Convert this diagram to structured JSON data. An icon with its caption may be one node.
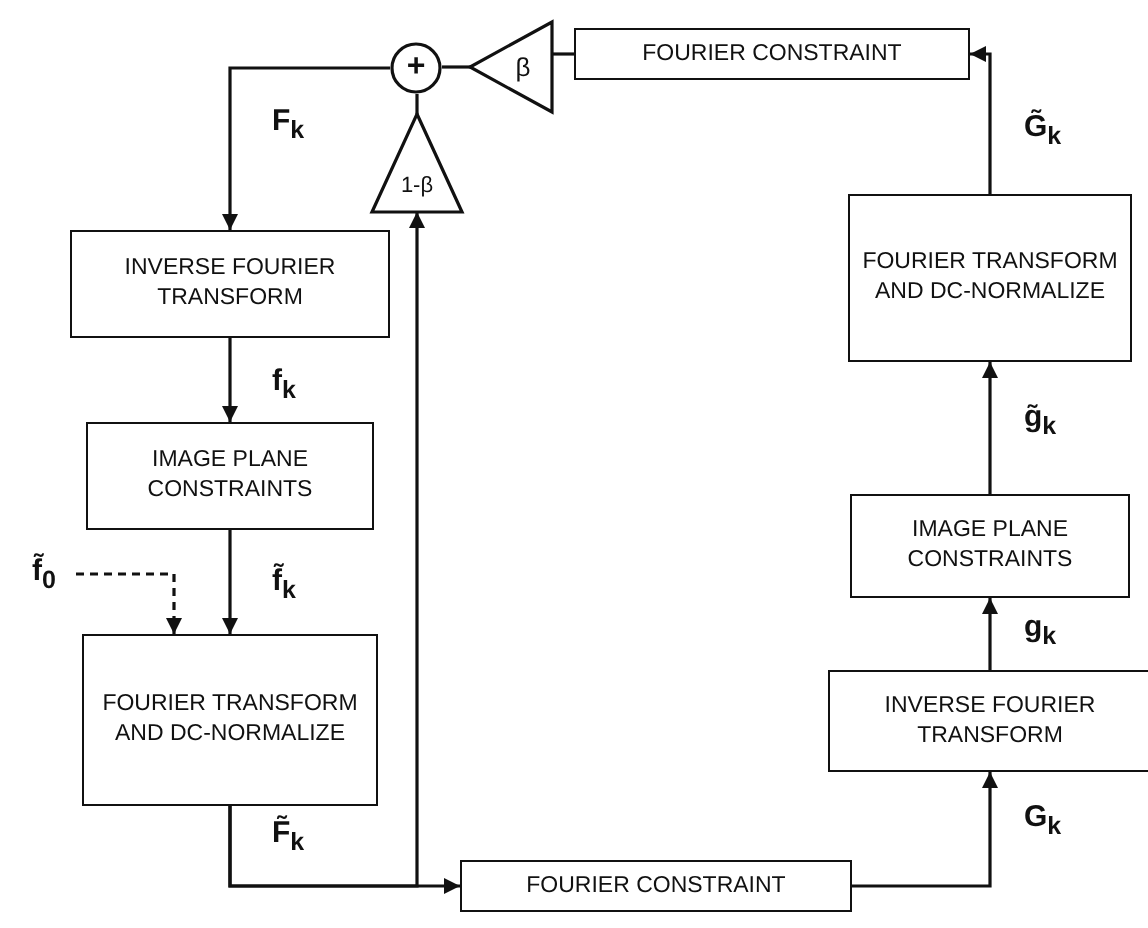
{
  "diagram": {
    "nodes": [
      {
        "text": [
          "+"
        ]
      },
      {
        "text": [
          "β"
        ]
      },
      {
        "text": [
          "FOURIER CONSTRAINT"
        ]
      },
      {
        "text": [
          "1-β"
        ]
      },
      {
        "text": [
          "INVERSE FOURIER TRANSFORM"
        ]
      },
      {
        "text": [
          "IMAGE PLANE CONSTRAINTS"
        ]
      },
      {
        "text": [
          "FOURIER TRANSFORM AND DC-NORMALIZE"
        ]
      },
      {
        "text": [
          "f̃$_{0}$"
        ]
      },
      {
        "text": [
          "FOURIER CONSTRAINT"
        ]
      },
      {
        "text": [
          "INVERSE FOURIER TRANSFORM"
        ]
      },
      {
        "text": [
          "IMAGE PLANE CONSTRAINTS"
        ]
      },
      {
        "text": [
          "FOURIER TRANSFORM AND DC-NORMALIZE"
        ]
      }
    ],
    "edges": [
      {
        "from": 0,
        "to": 4,
        "arrow": "to",
        "label": "F$_{k}$"
      },
      {
        "from": 4,
        "to": 5,
        "arrow": "to",
        "label": "f$_{k}$"
      },
      {
        "from": 5,
        "to": 6,
        "arrow": "to",
        "label": "f̃$_{k}$"
      },
      {
        "from": 7,
        "to": 6,
        "arrow": "to",
        "style": "dashed"
      },
      {
        "from": 6,
        "to": 8,
        "arrow": "to",
        "label": "F̃$_{k}$"
      },
      {
        "from": 6,
        "to": 3,
        "arrow": "to"
      },
      {
        "from": 8,
        "to": 9,
        "arrow": "to",
        "label": "G$_{k}$"
      },
      {
        "from": 9,
        "to": 10,
        "arrow": "to",
        "label": "g$_{k}$"
      },
      {
        "from": 10,
        "to": 11,
        "arrow": "to",
        "label": "g̃$_{k}$"
      },
      {
        "from": 11,
        "to": 2,
        "arrow": "to",
        "label": "G̃$_{k}$"
      },
      {
        "from": 2,
        "to": 1,
        "arrow": "none"
      },
      {
        "from": 1,
        "to": 0,
        "arrow": "none"
      },
      {
        "from": 3,
        "to": 0,
        "arrow": "none"
      }
    ]
  }
}
